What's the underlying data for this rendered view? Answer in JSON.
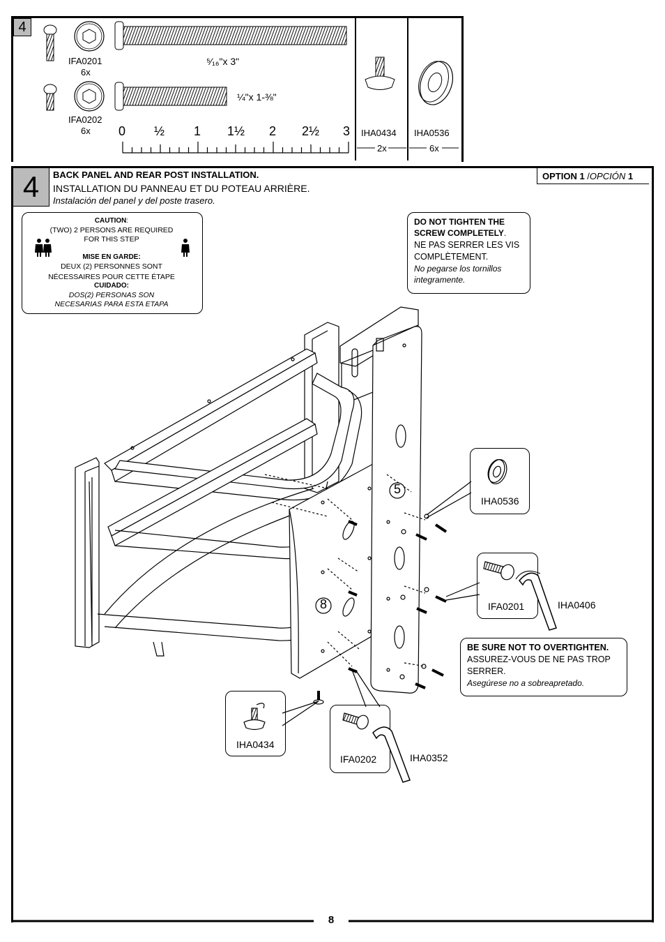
{
  "parts_list": {
    "step_number": "4",
    "fa0201": {
      "code": "IFA0201",
      "qty": "6x",
      "size": "⁵⁄₁₆\"x 3\""
    },
    "fa0202": {
      "code": "IFA0202",
      "qty": "6x",
      "size": "¼\"x 1-⅜\""
    },
    "ha0434": {
      "code": "IHA0434",
      "qty": "2x"
    },
    "ha0536": {
      "code": "IHA0536",
      "qty": "6x"
    },
    "ruler": [
      "0",
      "½",
      "1",
      "1½",
      "2",
      "2½",
      "3"
    ]
  },
  "step": {
    "number": "4",
    "title_en": "BACK PANEL AND REAR POST INSTALLATION.",
    "title_fr": "INSTALLATION DU PANNEAU ET DU POTEAU ARRIÈRE.",
    "title_es": "Instalación del panel y del poste trasero.",
    "option": {
      "label": "OPTION 1",
      "sep": " /",
      "es": "OPCIÓN",
      "num": " 1"
    }
  },
  "caution": {
    "heading_en": "CAUTION",
    "colon": ":",
    "text_en_1": "(TWO) 2 PERSONS ARE REQUIRED",
    "text_en_2": "FOR THIS STEP",
    "heading_fr": "MISE EN GARDE:",
    "text_fr_1": "DEUX (2) PERSONNES SONT",
    "text_fr_2": "NÉCESSAIRES POUR CETTE ÉTAPE",
    "heading_es": "CUIDADO:",
    "text_es_1": "DOS(2) PERSONAS SON",
    "text_es_2": "NECESARIAS PARA ESTA ETAPA"
  },
  "note_tighten": {
    "en_1": "DO NOT TIGHTEN THE",
    "en_2": "SCREW COMPLETELY",
    "dot": ".",
    "fr_1": "NE PAS SERRER LES VIS",
    "fr_2": "COMPLÈTEMENT.",
    "es_1": "No pegarse los tornillos",
    "es_2": "integramente."
  },
  "note_overtighten": {
    "en": "BE SURE NOT TO OVERTIGHTEN.",
    "fr_1": "ASSUREZ-VOUS DE NE PAS TROP",
    "fr_2": "SERRER.",
    "es": "Asegúrese no a sobreapretado."
  },
  "callouts": {
    "ha0536": "IHA0536",
    "fa0201": "IFA0201",
    "ha0406": "IHA0406",
    "ha0434": "IHA0434",
    "fa0202": "IFA0202",
    "ha0352": "IHA0352",
    "part5": "5",
    "part8": "8"
  },
  "page_number": "8"
}
